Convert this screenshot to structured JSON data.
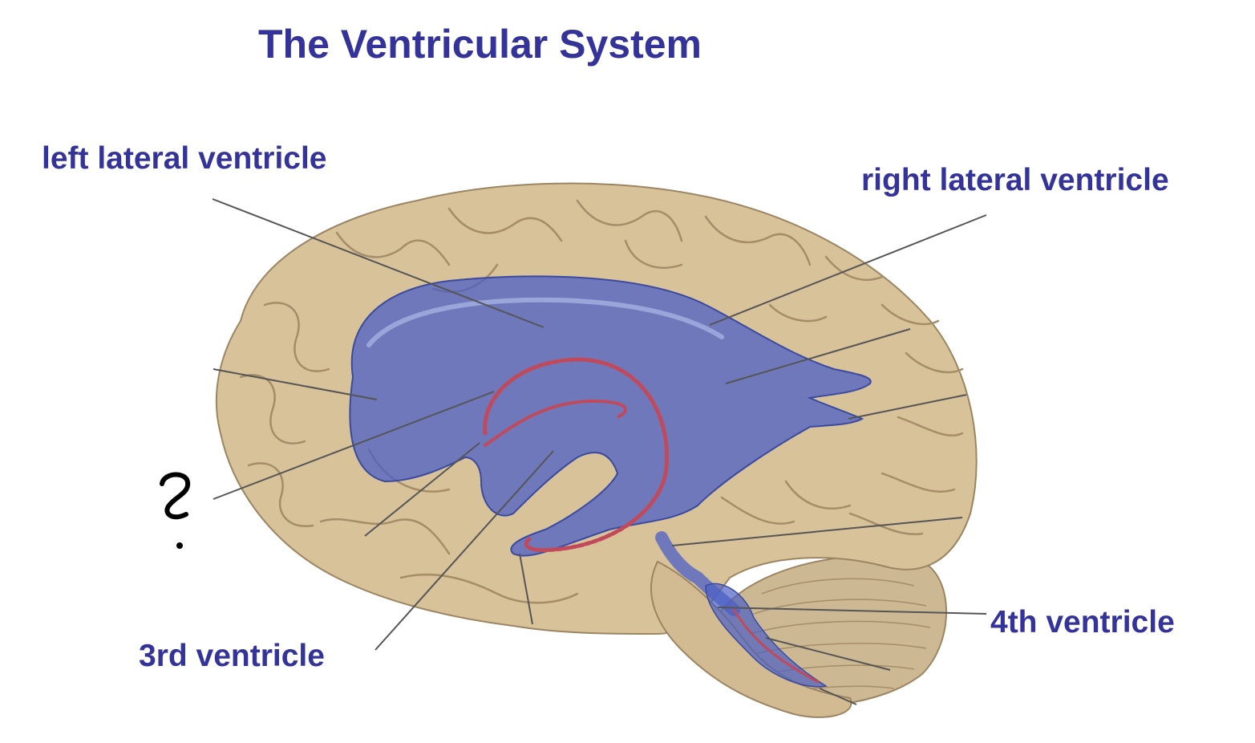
{
  "title": "The Ventricular System",
  "labels": {
    "left_lateral": "left lateral ventricle",
    "right_lateral": "right lateral ventricle",
    "third": "3rd ventricle",
    "fourth": "4th ventricle"
  },
  "colors": {
    "label_text": "#333399",
    "brain_fill": "#d8c29a",
    "brain_outline": "#9c8562",
    "sulci": "#a48d68",
    "ventricle_fill": "#4c5fc4",
    "choroid_plexus": "#c04a5c",
    "leader_line": "#555555",
    "cerebellum": "#cdb894"
  },
  "icons": {
    "unknown_label": "question-mark-icon"
  }
}
